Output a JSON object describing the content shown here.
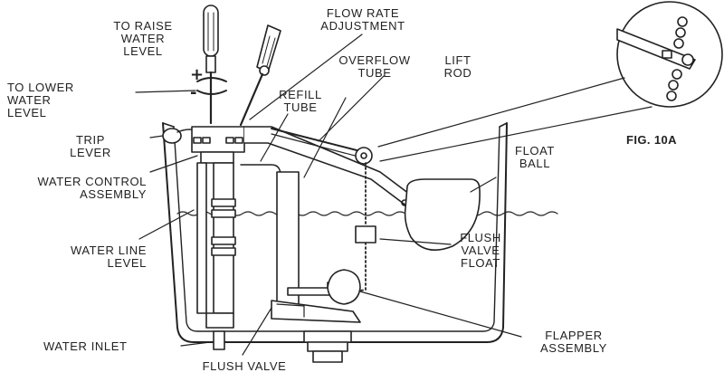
{
  "labels": {
    "raise": "TO RAISE\nWATER\nLEVEL",
    "flow_rate": "FLOW RATE\nADJUSTMENT",
    "lower": "TO LOWER\nWATER\nLEVEL",
    "overflow": "OVERFLOW\nTUBE",
    "lift_rod": "LIFT\nROD",
    "refill": "REFILL\nTUBE",
    "trip": "TRIP\nLEVER",
    "water_control": "WATER CONTROL\nASSEMBLY",
    "float_ball": "FLOAT\nBALL",
    "water_line": "WATER LINE\nLEVEL",
    "flush_valve_float": "FLUSH\nVALVE\nFLOAT",
    "flapper": "FLAPPER\nASSEMBLY",
    "water_inlet": "WATER INLET",
    "flush_valve": "FLUSH VALVE",
    "figure": "FIG. 10A"
  },
  "symbols": {
    "plus": "+",
    "minus": "-"
  }
}
